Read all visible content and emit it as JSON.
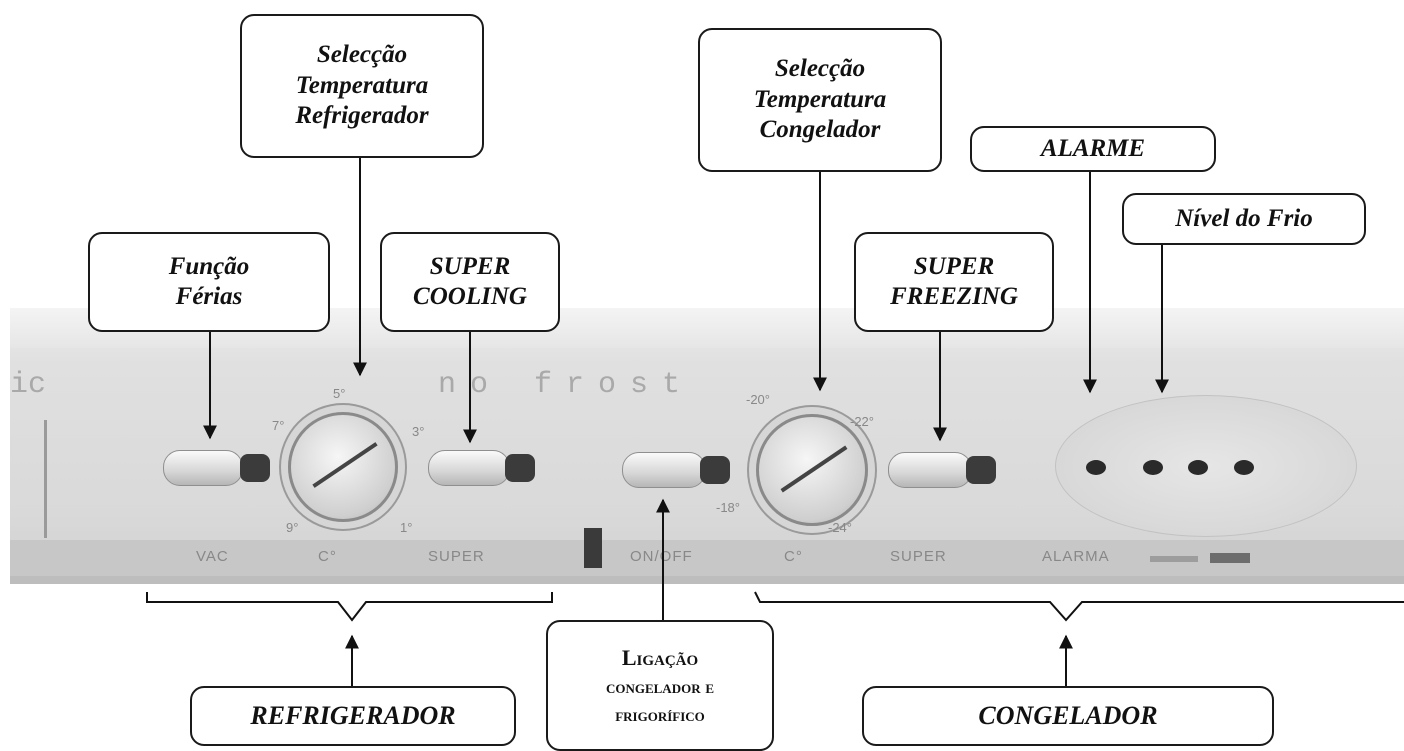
{
  "panel": {
    "brand_left": "ic",
    "brand_text": "no frost",
    "strip_labels": {
      "vac": "VAC",
      "temp_fridge": "C°",
      "super_fridge": "SUPER",
      "onoff": "ON/OFF",
      "temp_freezer": "C°",
      "super_freezer": "SUPER",
      "alarm": "ALARMA"
    },
    "fridge_dial_marks": {
      "top": "5°",
      "left": "7°",
      "right": "3°",
      "bottom_left": "9°",
      "bottom_right": "1°"
    },
    "freezer_dial_marks": {
      "top_left": "-20°",
      "right": "-22°",
      "left": "-18°",
      "bottom_right": "-24°"
    }
  },
  "callouts": {
    "ferias": [
      "Função",
      "Férias"
    ],
    "temp_fridge": [
      "Selecção",
      "Temperatura",
      "Refrigerador"
    ],
    "super_cooling": [
      "SUPER",
      "COOLING"
    ],
    "temp_freezer": [
      "Selecção",
      "Temperatura",
      "Congelador"
    ],
    "super_freezing": [
      "SUPER",
      "FREEZING"
    ],
    "alarme": "ALARME",
    "nivel_frio": "Nível do Frio",
    "ligacao": [
      "Ligação",
      "congelador e",
      "frigorífico"
    ],
    "refrigerador": "REFRIGERADOR",
    "congelador": "CONGELADOR"
  },
  "colors": {
    "line": "#111111",
    "panel": "#dcdcdc",
    "strip": "#c7c7c7"
  }
}
